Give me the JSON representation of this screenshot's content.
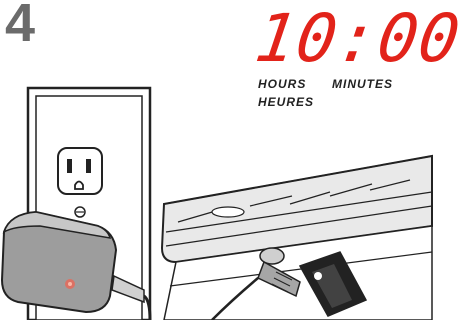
{
  "step": {
    "number": "4"
  },
  "display": {
    "time": "10:00"
  },
  "labels": {
    "hours": "HOURS",
    "minutes": "MINUTES",
    "heures": "HEURES"
  },
  "colors": {
    "display_red": "#e2231a",
    "step_gray": "#6b6b6b",
    "ink": "#222222"
  },
  "icons": [
    "wall-outlet",
    "power-adapter",
    "power-cord",
    "plug",
    "warning-tag"
  ]
}
